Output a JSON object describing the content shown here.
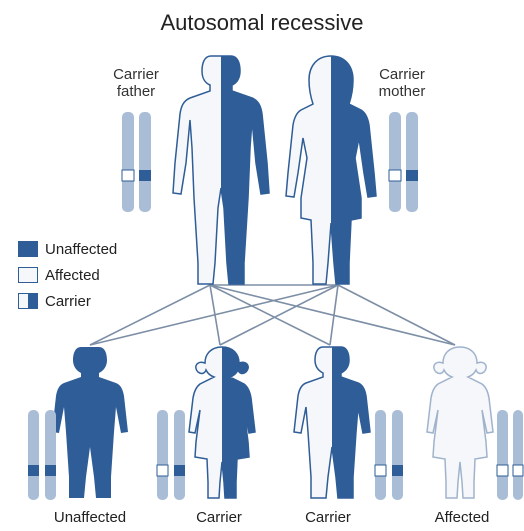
{
  "title": "Autosomal recessive",
  "parents": {
    "father_label": [
      "Carrier",
      "father"
    ],
    "mother_label": [
      "Carrier",
      "mother"
    ]
  },
  "legend": [
    {
      "label": "Unaffected",
      "type": "unaffected"
    },
    {
      "label": "Affected",
      "type": "affected"
    },
    {
      "label": "Carrier",
      "type": "carrier"
    }
  ],
  "children": [
    {
      "label": "Unaffected"
    },
    {
      "label": "Carrier"
    },
    {
      "label": "Carrier"
    },
    {
      "label": "Affected"
    }
  ],
  "colors": {
    "dark_blue": "#2f5d97",
    "light_blue": "#a9bdd6",
    "pale": "#f6f7fa",
    "line": "#7d8fa6"
  }
}
